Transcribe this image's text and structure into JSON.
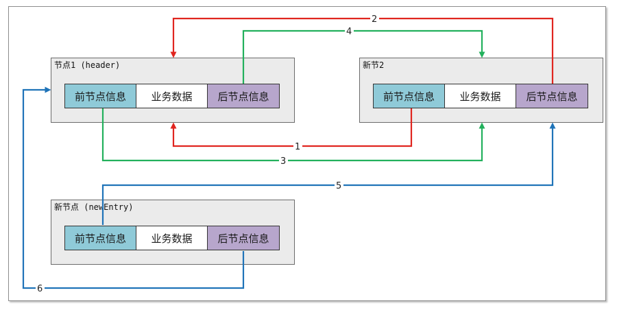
{
  "nodes": [
    {
      "title": "节点1 (header)",
      "cells": {
        "prev": "前节点信息",
        "data": "业务数据",
        "next": "后节点信息"
      }
    },
    {
      "title": "新节2",
      "cells": {
        "prev": "前节点信息",
        "data": "业务数据",
        "next": "后节点信息"
      }
    },
    {
      "title": "新节点 (newEntry)",
      "cells": {
        "prev": "前节点信息",
        "data": "业务数据",
        "next": "后节点信息"
      }
    }
  ],
  "edges": [
    {
      "label": "1",
      "color": "#e0251f"
    },
    {
      "label": "2",
      "color": "#e0251f"
    },
    {
      "label": "3",
      "color": "#22b05c"
    },
    {
      "label": "4",
      "color": "#22b05c"
    },
    {
      "label": "5",
      "color": "#1f73b8"
    },
    {
      "label": "6",
      "color": "#1f73b8"
    }
  ],
  "colors": {
    "red": "#e0251f",
    "green": "#22b05c",
    "blue": "#1f73b8",
    "prev_cell": "#8fcad8",
    "next_cell": "#b7a6cc",
    "node_bg": "#ebebeb"
  }
}
